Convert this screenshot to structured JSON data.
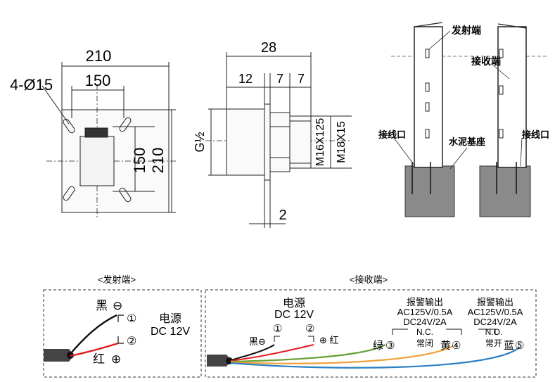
{
  "flange": {
    "c1": "210",
    "c2": "150",
    "holes": "4-Ø15",
    "v1": "150",
    "v2": "210"
  },
  "connector": {
    "total": "28",
    "d12": "12",
    "d7a": "7",
    "d7b": "7",
    "g": "G½",
    "m16": "M16X125",
    "m18": "M18X15",
    "d2": "2"
  },
  "install": {
    "emit_end": "发射端",
    "recv_end": "接收端",
    "jack_left": "接线口",
    "jack_right": "接线口",
    "base": "水泥基座"
  },
  "emitter": {
    "title": "<发射端>",
    "black": "黑",
    "red": "红",
    "minus": "⊖",
    "plus": "⊕",
    "n1": "①",
    "n2": "②",
    "power": "电源",
    "dc": "DC 12V"
  },
  "receiver": {
    "title": "<接收端>",
    "power": "电源",
    "dc": "DC 12V",
    "black": "黑⊖",
    "red": "⊕ 红",
    "n1": "①",
    "n2": "②",
    "alarm1_title": "报警输出",
    "alarm1_ac": "AC125V/0.5A",
    "alarm1_dc": "DC24V/2A",
    "alarm1_nc": "N.C.",
    "alarm1_nc_cn": "常闭",
    "alarm2_title": "报警输出",
    "alarm2_ac": "AC125V/0.5A",
    "alarm2_dc": "DC24V/2A",
    "alarm2_no": "N.O.",
    "alarm2_no_cn": "常开",
    "green": "绿",
    "yellow": "黄",
    "blue": "蓝",
    "n3": "③",
    "n4": "④",
    "n5": "⑤"
  },
  "colors": {
    "wire_black": "#111111",
    "wire_red": "#e31b1b",
    "wire_green": "#6aa13a",
    "wire_yellow": "#f2a23a",
    "wire_blue": "#2a7fc4",
    "concrete": "#8a8a8a"
  }
}
